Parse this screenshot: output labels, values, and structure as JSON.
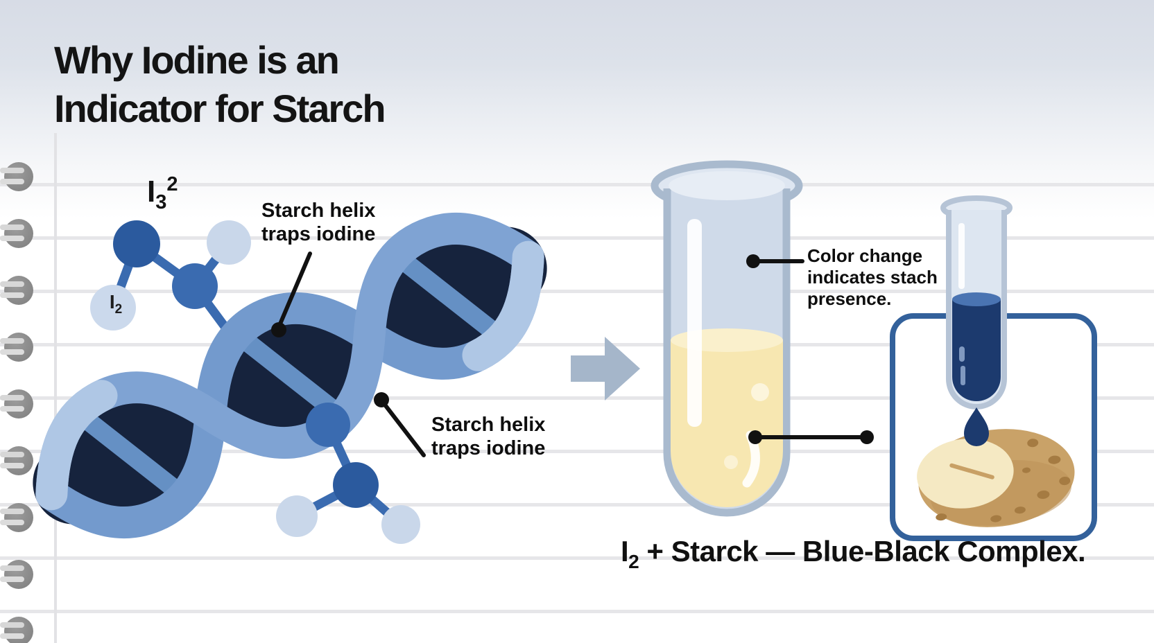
{
  "title": {
    "line1": "Why Iodine is an",
    "line2": "Indicator for Starch"
  },
  "formula_labels": {
    "triiodide": {
      "base": "I",
      "subscript": "3",
      "superscript": "2"
    },
    "iodine_molecule": {
      "base": "I",
      "subscript": "2"
    }
  },
  "callouts": {
    "helix_top": {
      "line1": "Starch helix",
      "line2": "traps iodine"
    },
    "helix_bottom": {
      "line1": "Starch helix",
      "line2": "traps iodine"
    },
    "color_change": {
      "line1": "Color change",
      "line2": "indicates stach",
      "line3": "presence."
    }
  },
  "equation": {
    "species_base": "I",
    "species_subscript": "2",
    "remainder": " + Starck — Blue-Black Complex."
  },
  "colors": {
    "helix_strand_front": "#7FA3D3",
    "helix_strand_back": "#739ACD",
    "helix_strand_light": "#AFC7E5",
    "helix_core_dark": "#16233D",
    "helix_rung": "#6590C4",
    "molecule_ball_dark": "#2B5A9E",
    "molecule_ball_mid": "#3A6BB0",
    "molecule_ball_light": "#C9D7EA",
    "bond": "#3A6BB0",
    "arrow": "#A5B6CA",
    "tube_outline": "#A9BACE",
    "tube_outline_small": "#B6C4D6",
    "tube_glass": "#CFDAE9",
    "iodine_solution_yellow": "#F7E7B1",
    "complex_solution_navy": "#1C3A6E",
    "result_box_border": "#33619B",
    "potato_skin": "#C9A268",
    "potato_flesh": "#F5E9C3",
    "callout_ink": "#111111"
  },
  "icons": {
    "arrow_right_icon": "svg-block-arrow",
    "iodine_drop_icon": "svg-teardrop",
    "spiral_ring_icon": "css-circle-with-bars"
  }
}
